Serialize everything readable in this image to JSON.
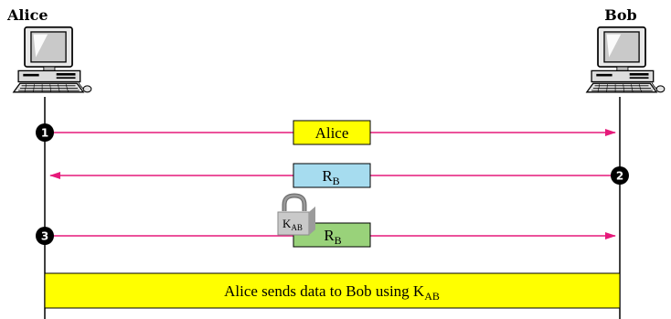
{
  "parties": {
    "left": "Alice",
    "right": "Bob"
  },
  "messages": [
    {
      "step": "1",
      "label": "Alice",
      "label_sub": "",
      "direction": "left-to-right",
      "box_color": "#ffff00"
    },
    {
      "step": "2",
      "label": "R",
      "label_sub": "B",
      "direction": "right-to-left",
      "box_color": "#a6dcef"
    },
    {
      "step": "3",
      "label": "R",
      "label_sub": "B",
      "direction": "left-to-right",
      "box_color": "#99d27a",
      "lock": {
        "label": "K",
        "label_sub": "AB"
      }
    }
  ],
  "banner": {
    "text": "Alice sends data to Bob using K",
    "text_sub": "AB",
    "color": "#ffff00"
  },
  "colors": {
    "arrow": "#e6197a",
    "step_circle": "#000000",
    "lifeline": "#000000"
  },
  "icons": {
    "left_computer": "desktop-computer-icon",
    "right_computer": "desktop-computer-icon",
    "lock": "padlock-icon"
  }
}
